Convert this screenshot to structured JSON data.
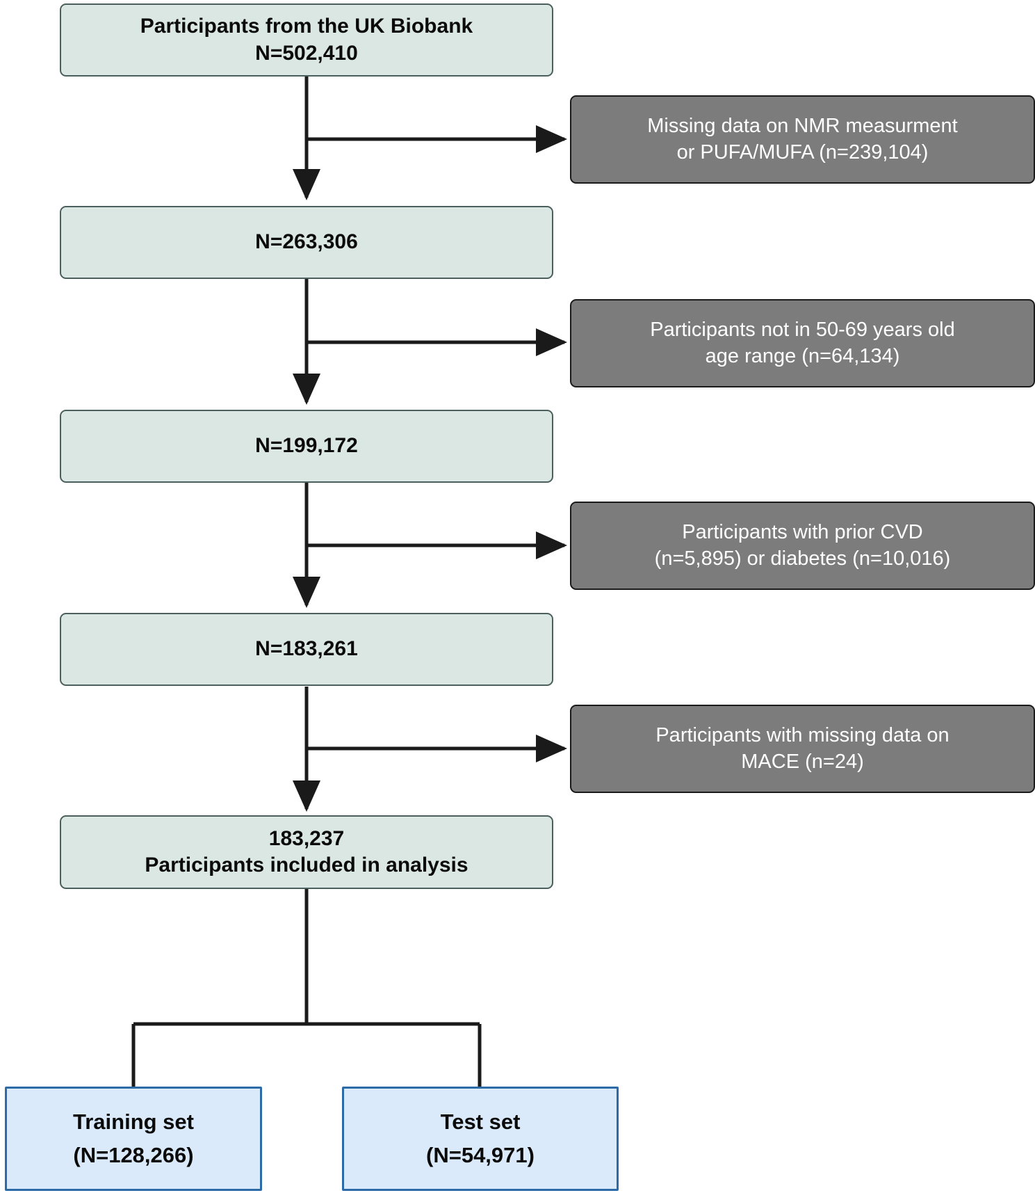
{
  "diagram": {
    "title": "UK Biobank participant selection flow diagram",
    "type": "flowchart",
    "colors": {
      "main_box_fill": "#dbe7e2",
      "main_box_border": "#4b5f5c",
      "exclusion_box_fill": "#7c7c7c",
      "exclusion_box_border": "#1a1a1a",
      "split_box_fill": "#daeafa",
      "split_box_border": "#2d6aa8",
      "connector": "#1a1a1a",
      "main_text": "#0b0b0b",
      "exclusion_text": "#ffffff"
    }
  },
  "nodes": {
    "source": {
      "line1": "Participants from the UK Biobank",
      "line2": "N=502,410",
      "text": "Participants from the UK Biobank\nN=502,410"
    },
    "after_nmr": {
      "text": "N=263,306",
      "count": "263,306"
    },
    "after_age": {
      "text": "N=199,172",
      "count": "199,172"
    },
    "after_cvd_diabetes": {
      "text": "N=183,261",
      "count": "183,261"
    },
    "analysis": {
      "line1": "183,237",
      "line2": "Participants included in analysis",
      "text": "183,237\nParticipants included in analysis",
      "count": "183,237"
    },
    "training_set": {
      "line1": "Training set",
      "line2": "(N=128,266)",
      "text": "Training set\n(N=128,266)",
      "count": "128,266"
    },
    "test_set": {
      "line1": "Test set",
      "line2": "(N=54,971)",
      "text": "Test set\n(N=54,971)",
      "count": "54,971"
    }
  },
  "exclusions": {
    "nmr": {
      "line1": "Missing data on NMR measurment",
      "line2": "or PUFA/MUFA (n=239,104)",
      "text": "Missing data on NMR measurment\nor PUFA/MUFA (n=239,104)",
      "count": "239,104"
    },
    "age": {
      "line1": "Participants not in 50-69 years old",
      "line2": "age range (n=64,134)",
      "text": "Participants not in 50-69 years old\nage range (n=64,134)",
      "count": "64,134"
    },
    "cvd_diabetes": {
      "line1": "Participants with prior CVD",
      "line2": "(n=5,895) or diabetes (n=10,016)",
      "text": "Participants with prior CVD\n(n=5,895) or diabetes (n=10,016)",
      "count_cvd": "5,895",
      "count_diabetes": "10,016"
    },
    "mace": {
      "line1": "Participants with missing data on",
      "line2": "MACE (n=24)",
      "text": "Participants with missing data on\nMACE (n=24)",
      "count": "24"
    }
  }
}
